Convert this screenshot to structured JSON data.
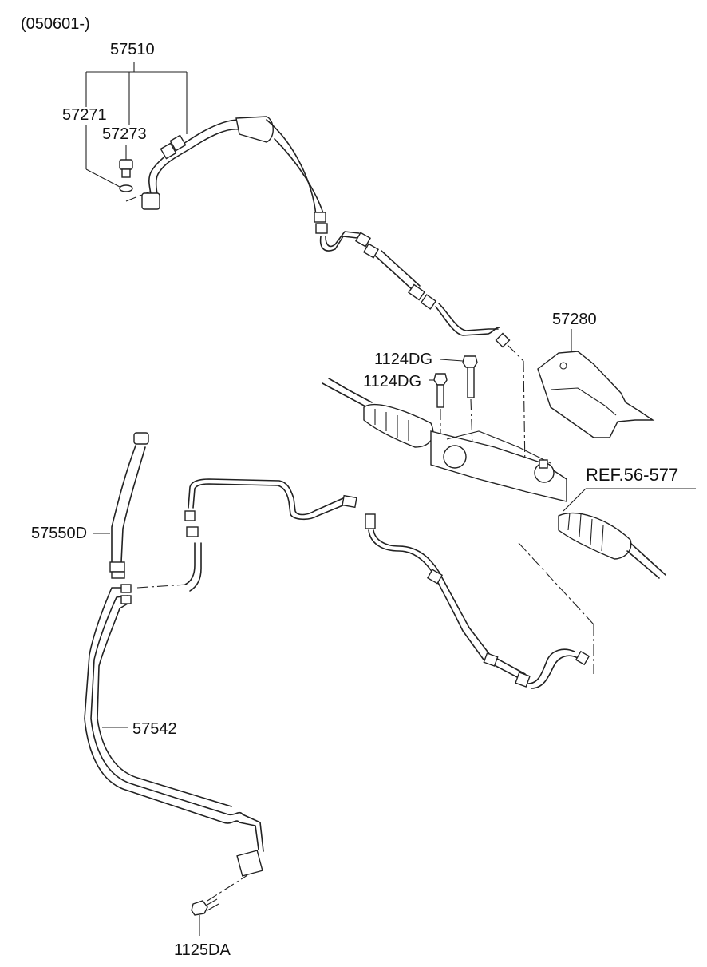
{
  "header": {
    "date_range": "(050601-)"
  },
  "labels": {
    "hose_assy": "57510",
    "o_ring": "57271",
    "bolt_fitting": "57273",
    "bolt_upper": "1124DG",
    "bolt_lower": "1124DG",
    "heat_shield": "57280",
    "reference": "REF.56-577",
    "return_hose": "57550D",
    "return_tube": "57542",
    "clip_bolt": "1125DA"
  }
}
